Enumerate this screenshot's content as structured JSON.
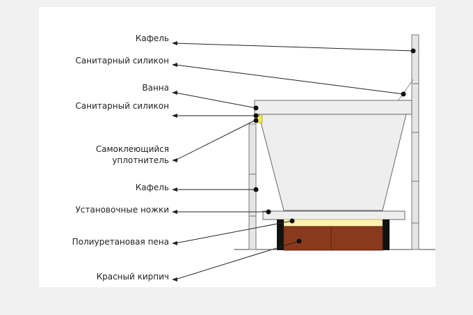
{
  "labels": {
    "tile_top": "Кафель",
    "sealant_wall": "Санитарный силикон",
    "bath": "Ванна",
    "sealant_rim": "Санитарный силикон",
    "self_adhesive_line1": "Самоклеющийся",
    "self_adhesive_line2": "уплотнитель",
    "tile_side": "Кафель",
    "legs": "Установочные ножки",
    "foam": "Полиуретановая пена",
    "brick": "Красный кирпич"
  },
  "colors": {
    "line": "#222222",
    "tile": "#e6e6e6",
    "tile_stroke": "#777777",
    "bath_fill": "#eeeeee",
    "bath_stroke": "#666666",
    "seal_yellow": "#f2ea55",
    "foam_yellow": "#fff2b0",
    "brick": "#8a3a1c",
    "black_block": "#111111",
    "panel": "#ffffff",
    "background": "#f1f1f1"
  }
}
